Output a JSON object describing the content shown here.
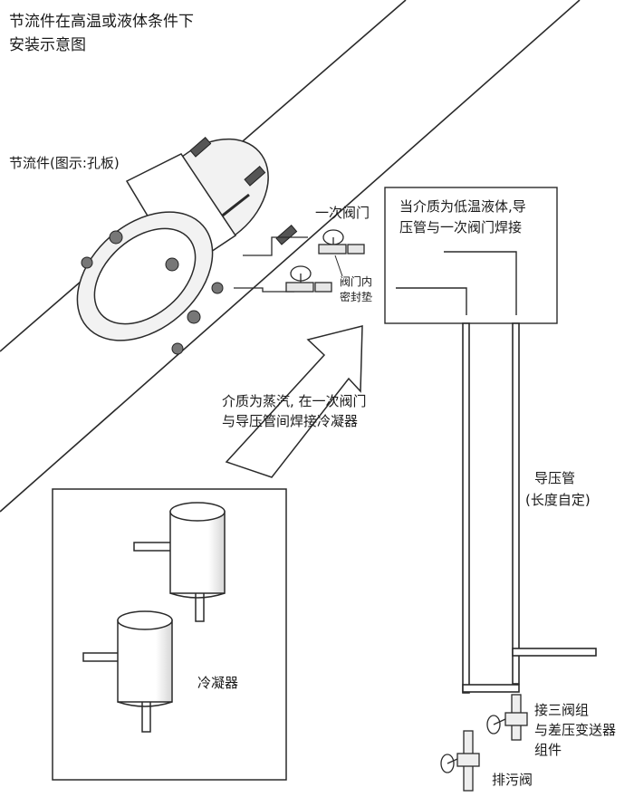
{
  "title": {
    "line1": "节流件在高温或液体条件下",
    "line2": "安装示意图"
  },
  "labels": {
    "orifice": "节流件(图示:孔板)",
    "primary_valve": "一次阀门",
    "valve_seal_line1": "阀门内",
    "valve_seal_line2": "密封垫",
    "low_temp_line1": "当介质为低温液体,导",
    "low_temp_line2": "压管与一次阀门焊接",
    "steam_line1": "介质为蒸汽, 在一次阀门",
    "steam_line2": "与导压管间焊接冷凝器",
    "condenser": "冷凝器",
    "impulse_pipe_line1": "导压管",
    "impulse_pipe_line2": "(长度自定)",
    "three_valve_line1": "接三阀组",
    "three_valve_line2": "与差压变送器",
    "three_valve_line3": "组件",
    "drain_valve": "排污阀"
  },
  "colors": {
    "line": "#2a2a2a",
    "pipe_fill": "#ffffff",
    "flange_fill": "#f2f2f2",
    "shadow": "#d8d8d8"
  },
  "icons": [
    "bolt-icon",
    "valve-handwheel-icon",
    "arrow-icon"
  ]
}
